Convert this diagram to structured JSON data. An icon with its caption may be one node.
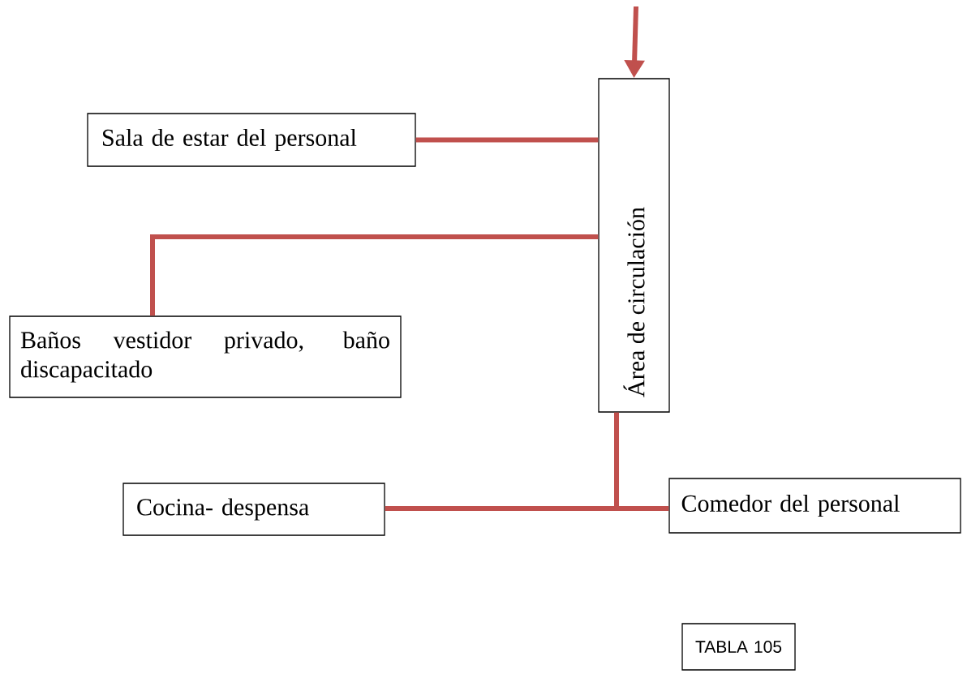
{
  "diagram": {
    "nodes": [
      {
        "text": [
          "Área de circulación"
        ]
      },
      {
        "text": [
          "Sala de estar del personal"
        ]
      },
      {
        "text": [
          "Baños vestidor privado, baño discapacitado"
        ]
      },
      {
        "text": [
          "Cocina- despensa"
        ]
      },
      {
        "text": [
          "Comedor del personal"
        ]
      },
      {
        "text": [
          "TABLA 105"
        ]
      }
    ],
    "edges": [
      {
        "from": null,
        "to": 0,
        "arrow": "to"
      },
      {
        "from": 1,
        "to": 0,
        "arrow": "none"
      },
      {
        "from": 0,
        "to": 2,
        "arrow": "none"
      },
      {
        "from": 0,
        "to": 3,
        "arrow": "none"
      },
      {
        "from": 0,
        "to": 4,
        "arrow": "none"
      }
    ]
  }
}
